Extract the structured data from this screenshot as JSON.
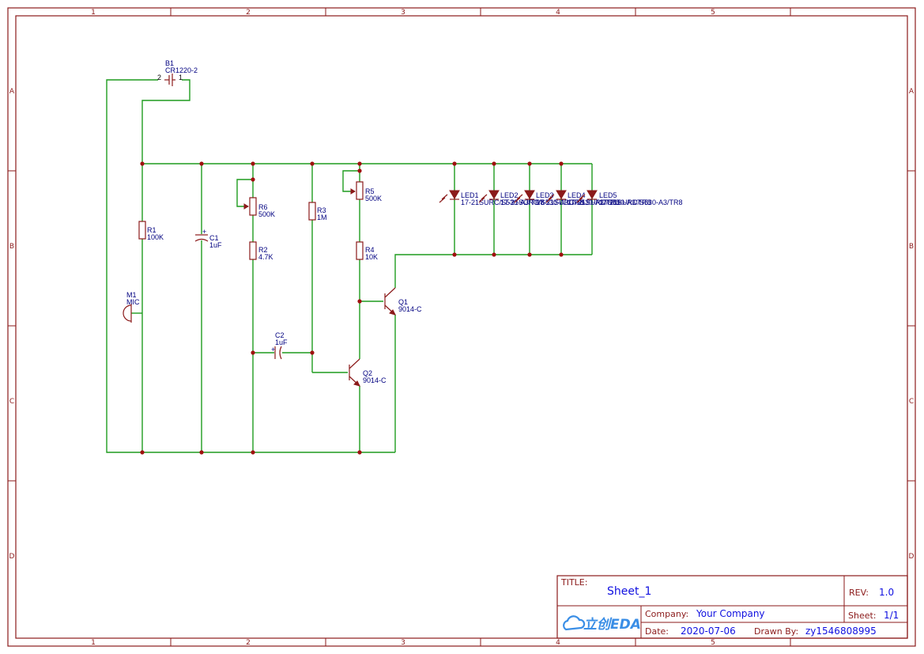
{
  "frame": {
    "columns": [
      "1",
      "2",
      "3",
      "4",
      "5"
    ],
    "rows": [
      "A",
      "B",
      "C",
      "D"
    ]
  },
  "components": {
    "B1": {
      "ref": "B1",
      "value": "CR1220-2",
      "pin_left": "2",
      "pin_right": "1"
    },
    "R1": {
      "ref": "R1",
      "value": "100K"
    },
    "C1": {
      "ref": "C1",
      "value": "1uF",
      "polarity": "+"
    },
    "R6": {
      "ref": "R6",
      "value": "500K"
    },
    "R2": {
      "ref": "R2",
      "value": "4.7K"
    },
    "R3": {
      "ref": "R3",
      "value": "1M"
    },
    "R5": {
      "ref": "R5",
      "value": "500K"
    },
    "R4": {
      "ref": "R4",
      "value": "10K"
    },
    "M1": {
      "ref": "M1",
      "value": "MIC"
    },
    "C2": {
      "ref": "C2",
      "value": "1uF",
      "polarity": "+"
    },
    "Q1": {
      "ref": "Q1",
      "value": "9014-C"
    },
    "Q2": {
      "ref": "Q2",
      "value": "9014-C"
    },
    "LED1": {
      "ref": "LED1",
      "value": "17-21SURC/S530-A3/TR8"
    },
    "LED2": {
      "ref": "LED2",
      "value": "17-21SURC/S530-A3/TR8"
    },
    "LED3": {
      "ref": "LED3",
      "value": "17-21SURC/S530-A3/TR8"
    },
    "LED4": {
      "ref": "LED4",
      "value": "17-21SURC/S530-A3/TR8"
    },
    "LED5": {
      "ref": "LED5",
      "value": "17-21SURC/S530-A3/TR8"
    }
  },
  "title_block": {
    "title_label": "TITLE:",
    "title": "Sheet_1",
    "rev_label": "REV:",
    "rev": "1.0",
    "company_label": "Company:",
    "company": "Your Company",
    "sheet_label": "Sheet:",
    "sheet": "1/1",
    "date_label": "Date:",
    "date": "2020-07-06",
    "drawn_by_label": "Drawn By:",
    "drawn_by": "zy1546808995",
    "logo_text": "立创EDA"
  },
  "colors": {
    "wire": "#1f9c1f",
    "part": "#8b1a1a",
    "label": "#000080",
    "tb_value": "#1010e0",
    "logo": "#3a8ee6"
  }
}
